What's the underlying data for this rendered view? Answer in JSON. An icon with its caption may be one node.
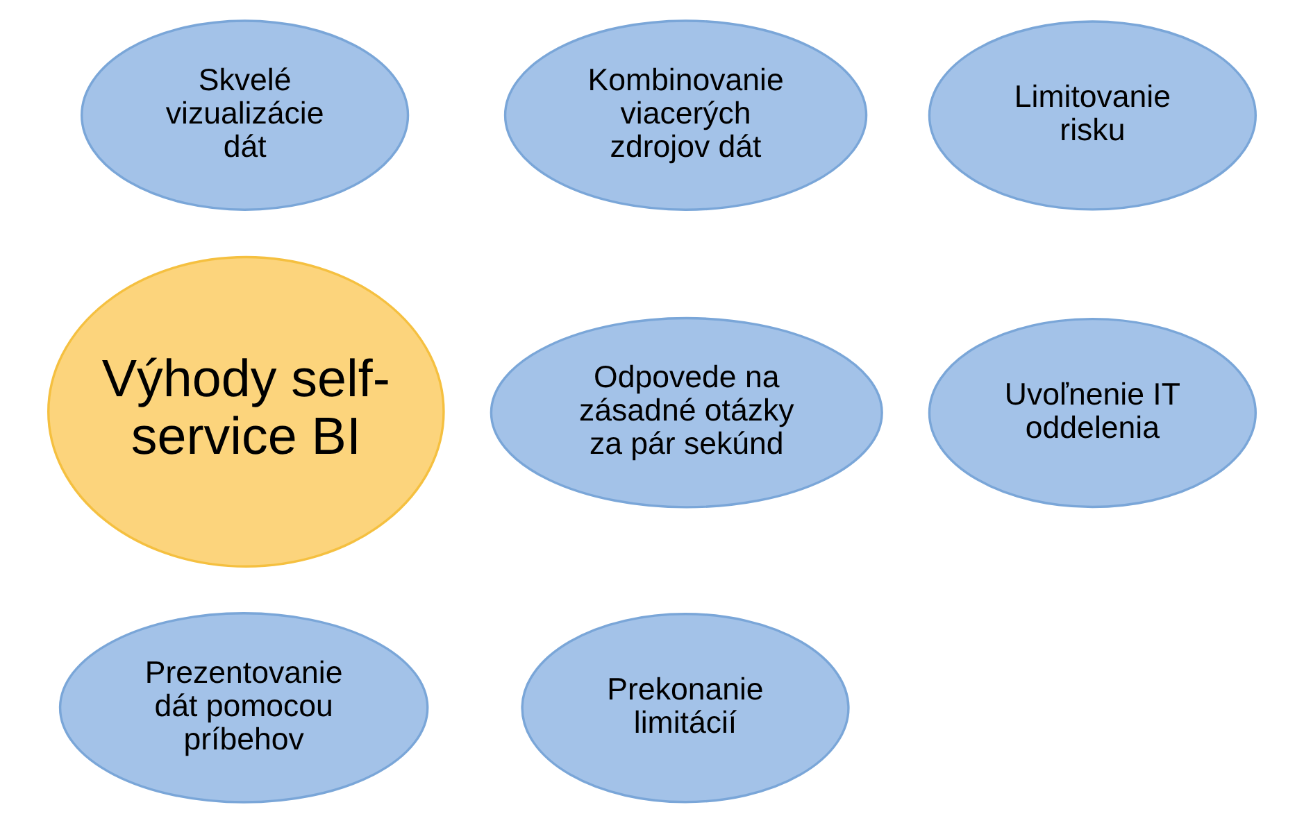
{
  "diagram": {
    "nodes": [
      {
        "text": [
          "Skvelé vizualizácie dát"
        ]
      },
      {
        "text": [
          "Kombinovanie viacerých zdrojov dát"
        ]
      },
      {
        "text": [
          "Limitovanie risku"
        ]
      },
      {
        "text": [
          "Výhody self-service BI"
        ]
      },
      {
        "text": [
          "Odpovede na zásadné otázky za pár sekúnd"
        ]
      },
      {
        "text": [
          "Uvoľnenie IT oddelenia"
        ]
      },
      {
        "text": [
          "Prezentovanie dát pomocou príbehov"
        ]
      },
      {
        "text": [
          "Prekonanie limitácií"
        ]
      }
    ]
  }
}
